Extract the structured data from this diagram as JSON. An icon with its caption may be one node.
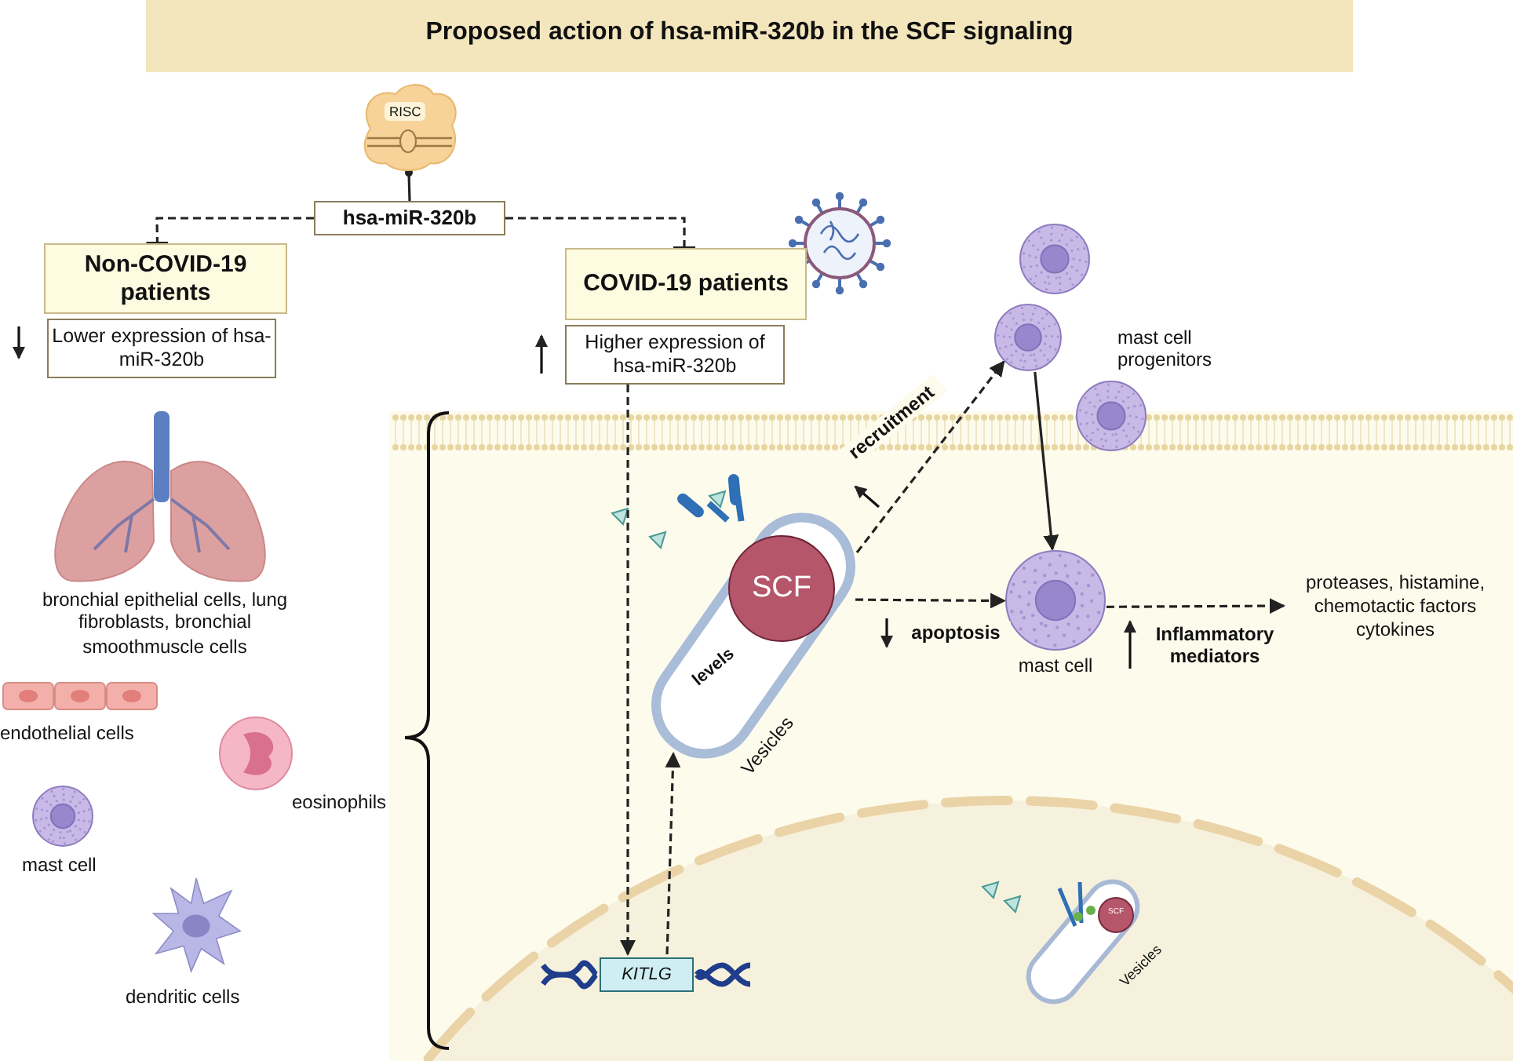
{
  "diagram": {
    "title": "Proposed action of hsa-miR-320b in the SCF signaling",
    "nodes": [
      {
        "text": [
          "RISC"
        ]
      },
      {
        "text": [
          "hsa-miR-320b"
        ]
      },
      {
        "text": [
          "Non-COVID-19 patients"
        ]
      },
      {
        "text": [
          "Lower expression of hsa-miR-320b"
        ]
      },
      {
        "text": [
          "COVID-19 patients"
        ]
      },
      {
        "text": [
          "Higher expression of hsa-miR-320b"
        ]
      },
      {
        "text": [
          "KITLG"
        ]
      },
      {
        "text": [
          "Vesicles"
        ]
      },
      {
        "text": [
          "SCF"
        ],
        "in": 7
      },
      {
        "text": [],
        "shape": "circle"
      },
      {
        "text": [
          "mast cell"
        ]
      },
      {
        "text": [
          "proteases, histamine, chemotactic factors cytokines"
        ]
      }
    ],
    "edges": [
      {
        "from": 0,
        "to": 1,
        "arrow": "other"
      },
      {
        "from": 1,
        "to": 2,
        "arrow": "other",
        "style": "dashed"
      },
      {
        "from": 1,
        "to": 4,
        "arrow": "other",
        "style": "dashed"
      },
      {
        "from": 5,
        "to": 6,
        "arrow": "to",
        "style": "dashed"
      },
      {
        "from": 6,
        "to": 7,
        "arrow": "to",
        "style": "dashed"
      },
      {
        "from": 7,
        "to": 9,
        "arrow": "to",
        "style": "dashed",
        "label": "recruitment"
      },
      {
        "from": 9,
        "to": 10,
        "arrow": "to"
      },
      {
        "from": 7,
        "to": 10,
        "arrow": "to",
        "style": "dashed",
        "label": "apoptosis"
      },
      {
        "from": 10,
        "to": 11,
        "arrow": "to",
        "style": "dashed",
        "label": "Inflammatory mediators"
      }
    ],
    "labels": [
      "mast cell progenitors",
      "levels",
      "bronchial epithelial cells, lung fibroblasts, bronchial",
      "smoothmuscle cells",
      "endothelial cells",
      "eosinophils",
      "mast cell",
      "dendritic cells",
      "SCF",
      "Vesicles"
    ]
  }
}
